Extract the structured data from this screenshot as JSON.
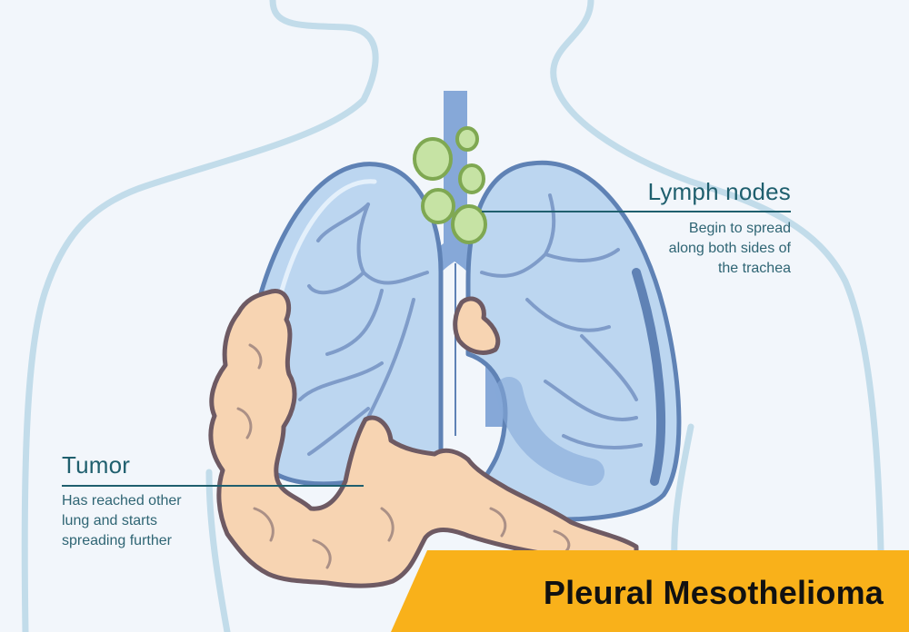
{
  "labels": {
    "lymph_nodes": {
      "title": "Lymph nodes",
      "description_lines": [
        "Begin to spread",
        "along both sides of",
        "the trachea"
      ]
    },
    "tumor": {
      "title": "Tumor",
      "description_lines": [
        "Has reached other",
        "lung and starts",
        "spreading further"
      ]
    }
  },
  "banner": {
    "text": "Pleural Mesothelioma"
  },
  "colors": {
    "background": "#f2f6fb",
    "body_outline": "#c2dcea",
    "lung_fill": "#bcd6f0",
    "lung_outline": "#5f82b5",
    "trachea": "#86a8d8",
    "lymph_fill": "#c6e3a4",
    "lymph_outline": "#7fa852",
    "tumor_fill": "#f7d4b2",
    "tumor_outline": "#6e5a63",
    "leader_line": "#1f5f6e",
    "banner": "#f9b11a",
    "text": "#1f5f6e"
  }
}
